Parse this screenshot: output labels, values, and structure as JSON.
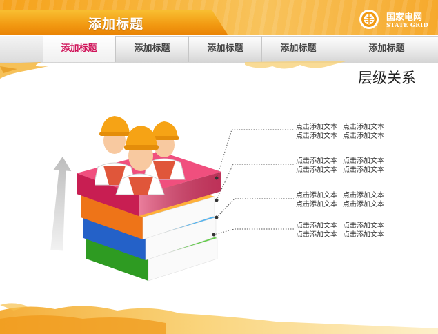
{
  "header": {
    "title": "添加标题",
    "logo_cn": "国家电网",
    "logo_en": "STATE GRID"
  },
  "nav": {
    "items": [
      {
        "label": "添加标题",
        "active": true
      },
      {
        "label": "添加标题",
        "active": false
      },
      {
        "label": "添加标题",
        "active": false
      },
      {
        "label": "添加标题",
        "active": false
      },
      {
        "label": "添加标题",
        "active": false
      }
    ]
  },
  "section_title": "层级关系",
  "levels": [
    {
      "color": "#d6265a",
      "text_a": "点击添加文本",
      "text_b": "点击添加文本",
      "text_c": "点击添加文本",
      "text_d": "点击添加文本"
    },
    {
      "color": "#f07d1a",
      "text_a": "点击添加文本",
      "text_b": "点击添加文本",
      "text_c": "点击添加文本",
      "text_d": "点击添加文本"
    },
    {
      "color": "#2a7be0",
      "text_a": "点击添加文本",
      "text_b": "点击添加文本",
      "text_c": "点击添加文本",
      "text_d": "点击添加文本"
    },
    {
      "color": "#3cae2a",
      "text_a": "点击添加文本",
      "text_b": "点击添加文本",
      "text_c": "点击添加文本",
      "text_d": "点击添加文本"
    }
  ],
  "colors": {
    "accent": "#f29a12",
    "nav_active": "#d0145a"
  },
  "icons": [
    "workers-icon",
    "up-arrow-icon",
    "state-grid-logo-icon"
  ]
}
